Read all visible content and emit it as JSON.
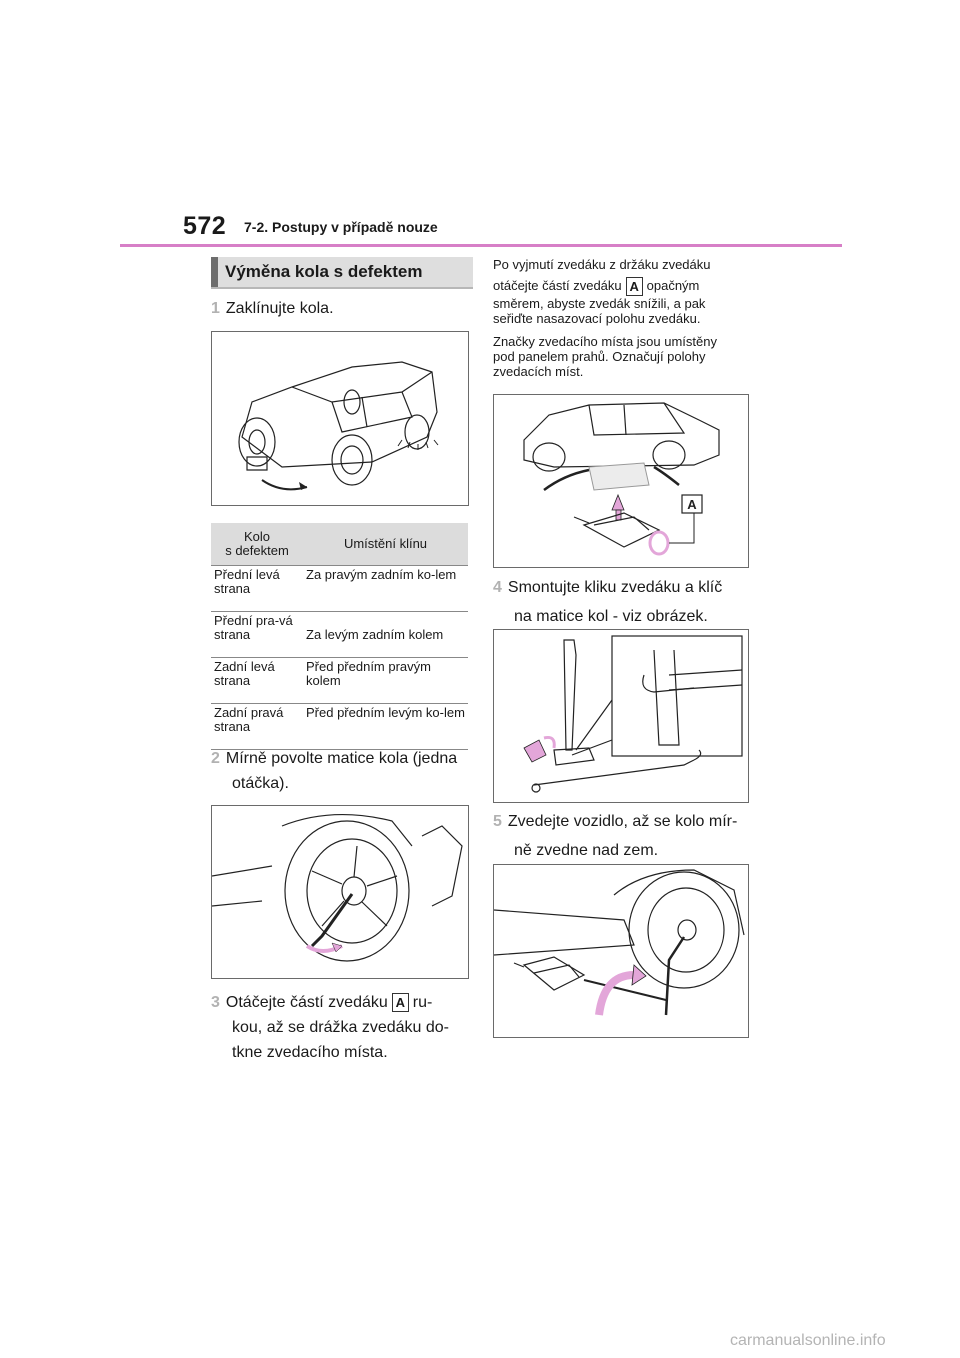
{
  "header": {
    "page_number": "572",
    "section": "7-2. Postupy v případě nouze"
  },
  "heading": "Výměna kola s defektem",
  "left": {
    "step1": {
      "num": "1",
      "text": "Zaklínujte kola."
    },
    "table": {
      "headers": [
        "Kolo\ns defektem",
        "Umístění klínu"
      ],
      "rows": [
        [
          "Přední levá strana",
          "Za pravým zadním ko-lem"
        ],
        [
          "Přední pra-vá strana",
          "Za levým zadním kolem"
        ],
        [
          "Zadní levá strana",
          "Před předním pravým kolem"
        ],
        [
          "Zadní pravá strana",
          "Před předním levým ko-lem"
        ]
      ]
    },
    "step2": {
      "num": "2",
      "line1": "Mírně povolte matice kola (jedna",
      "line2": "otáčka)."
    },
    "step3": {
      "num": "3",
      "line1a": "Otáčejte částí zvedáku",
      "line1b": "ru-",
      "line2": "kou, až se drážka zvedáku do-",
      "line3": "tkne zvedacího místa.",
      "label": "A"
    }
  },
  "right": {
    "note1": {
      "line1": "Po vyjmutí zvedáku z držáku zvedáku",
      "line2a": "otáčejte částí zvedáku",
      "line2b": "opačným",
      "line3": "směrem, abyste zvedák snížili, a pak",
      "line4": "seřiďte nasazovací polohu zvedáku.",
      "label": "A"
    },
    "note2": {
      "line1": "Značky zvedacího místa jsou umístěny",
      "line2": "pod panelem prahů. Označují polohy",
      "line3": "zvedacích míst."
    },
    "figure2_label": "A",
    "step4": {
      "num": "4",
      "line1": "Smontujte kliku zvedáku a klíč",
      "line2": "na matice kol - viz obrázek."
    },
    "step5": {
      "num": "5",
      "line1": "Zvedejte vozidlo, až se kolo mír-",
      "line2": "ně zvedne nad zem."
    }
  },
  "colors": {
    "accent": "#d77fc7",
    "arrow_pink": "#e3a6d9"
  },
  "watermark": "carmanualsonline.info"
}
